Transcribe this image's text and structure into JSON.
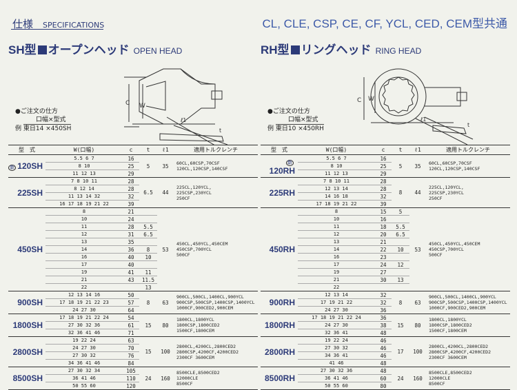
{
  "header": {
    "jp": "仕様",
    "en": "SPECIFICATIONS",
    "series": "CL, CLE, CSP, CE, CF, YCL, CED, CEM型共通"
  },
  "left": {
    "title_model": "SH型",
    "title_jp": "オープンヘッド",
    "title_en": "OPEN HEAD",
    "order_title": "●ご注文の仕方",
    "order_format": "口幅×型式",
    "order_example_label": "例",
    "order_example": "東日14 ×450SH",
    "dim_c": "C",
    "dim_w": "W",
    "dim_t": "t",
    "dim_l": "ℓ1"
  },
  "right": {
    "title_model": "RH型",
    "title_jp": "リングヘッド",
    "title_en": "RING HEAD",
    "order_title": "●ご注文の仕方",
    "order_format": "口幅×型式",
    "order_example_label": "例",
    "order_example": "東日10 ×450RH",
    "dim_c": "C",
    "dim_w": "W",
    "dim_t": "t",
    "dim_l": "ℓ1"
  },
  "table_headers": {
    "model": "型　式",
    "w": "W(口幅)",
    "c": "c",
    "t": "t",
    "l1": "ℓ1",
    "wrench": "適用トルクレンチ"
  },
  "new_mark": "新",
  "sh_rows": [
    {
      "model": "120SH",
      "new": true,
      "t": "5",
      "l1": "35",
      "wrench": [
        "60CL,60CSP,70CSF",
        "120CL,120CSP,140CSF"
      ],
      "rows": [
        {
          "w": "5.5  6  7",
          "c": "16"
        },
        {
          "w": "8   10",
          "c": "25"
        },
        {
          "w": "11  12  13",
          "c": "29"
        }
      ]
    },
    {
      "model": "225SH",
      "t": "6.5",
      "l1": "44",
      "wrench": [
        "225CL,120YCL,",
        "225CSP,230YCL",
        "250CF"
      ],
      "rows": [
        {
          "w": "7  8  10 11",
          "c": "28"
        },
        {
          "w": "8  12  14",
          "c": "28"
        },
        {
          "w": "11  13  14  32",
          "c": "32"
        },
        {
          "w": "16 17 18 19 21 22",
          "c": "39"
        }
      ]
    },
    {
      "model": "450SH",
      "t": "",
      "l1": "53",
      "wrench": [
        "450CL,450YCL,450CEM",
        "450CSP,700YCL",
        "500CF"
      ],
      "rows": [
        {
          "w": "8",
          "c": "21",
          "t": ""
        },
        {
          "w": "10",
          "c": "24",
          "t": ""
        },
        {
          "w": "11",
          "c": "28",
          "t": "5.5"
        },
        {
          "w": "12",
          "c": "31",
          "t": "6.5"
        },
        {
          "w": "13",
          "c": "35",
          "t": ""
        },
        {
          "w": "14",
          "c": "36",
          "t": "8"
        },
        {
          "w": "16",
          "c": "40",
          "t": "10"
        },
        {
          "w": "17",
          "c": "40",
          "t": ""
        },
        {
          "w": "19",
          "c": "41",
          "t": "11"
        },
        {
          "w": "21",
          "c": "43",
          "t": "11.5"
        },
        {
          "w": "22",
          "c": "",
          "t": "13"
        }
      ]
    },
    {
      "model": "900SH",
      "t": "8",
      "l1": "63",
      "wrench": [
        "900CL,500CL,1400CL,900YCL",
        "900CSP,500CSP,1400CSP,1400YCL",
        "1000CF,900CED2,900CEM"
      ],
      "rows": [
        {
          "w": "12  13  14  16",
          "c": "50"
        },
        {
          "w": "17 18 19 21 22 23",
          "c": "57"
        },
        {
          "w": "24  27  30",
          "c": "64"
        }
      ]
    },
    {
      "model": "1800SH",
      "t": "15",
      "l1": "80",
      "wrench": [
        "1800CL,1800YCL",
        "1800CSP,1800CED2",
        "1500CF,1800CEM"
      ],
      "rows": [
        {
          "w": "17 18 19 21 22 24",
          "c": "54"
        },
        {
          "w": "27  30  32  36",
          "c": "61"
        },
        {
          "w": "32  36  41  46",
          "c": "71"
        }
      ]
    },
    {
      "model": "2800SH",
      "t": "15",
      "l1": "100",
      "wrench": [
        "2800CL,4200CL,2800CED2",
        "2800CSP,4200CF,4200CED2",
        "2300CF  3600CEM"
      ],
      "rows": [
        {
          "w": "19  22  24",
          "c": "63"
        },
        {
          "w": "24  27  30",
          "c": "70"
        },
        {
          "w": "27  30  32",
          "c": "76"
        },
        {
          "w": "34 36  41  46",
          "c": "84"
        }
      ]
    },
    {
      "model": "8500SH",
      "t": "24",
      "l1": "160",
      "wrench": [
        "8500CLE,8500CED2",
        "12000CLE",
        "8500CF"
      ],
      "rows": [
        {
          "w": "27  30  32 34",
          "c": "105"
        },
        {
          "w": "36  41  46",
          "c": "110"
        },
        {
          "w": "50  55  60",
          "c": "120"
        }
      ]
    }
  ],
  "rh_rows": [
    {
      "model": "120RH",
      "new": true,
      "t": "5",
      "l1": "35",
      "wrench": [
        "60CL,60CSP,70CSF",
        "120CL,120CSP,140CSF"
      ],
      "rows": [
        {
          "w": "5.5  6  7",
          "c": "16"
        },
        {
          "w": "8   10",
          "c": "25"
        },
        {
          "w": "11  12  13",
          "c": "29"
        }
      ]
    },
    {
      "model": "225RH",
      "t": "8",
      "l1": "44",
      "wrench": [
        "225CL,120YCL,",
        "225CSP,230YCL",
        "250CF"
      ],
      "rows": [
        {
          "w": "7  8  10 11",
          "c": "28"
        },
        {
          "w": "12  13  14",
          "c": "28"
        },
        {
          "w": "14  16 18",
          "c": "32"
        },
        {
          "w": "17 18 19 21 22",
          "c": "39"
        }
      ]
    },
    {
      "model": "450RH",
      "t": "",
      "l1": "53",
      "wrench": [
        "450CL,450YCL,450CEM",
        "450CSP,700YCL",
        "500CF"
      ],
      "rows": [
        {
          "w": "8",
          "c": "15",
          "t": "5"
        },
        {
          "w": "10",
          "c": "16",
          "t": ""
        },
        {
          "w": "11",
          "c": "18",
          "t": "5.5"
        },
        {
          "w": "12",
          "c": "20",
          "t": "6.5"
        },
        {
          "w": "13",
          "c": "21",
          "t": ""
        },
        {
          "w": "14",
          "c": "22",
          "t": "10"
        },
        {
          "w": "16",
          "c": "23",
          "t": ""
        },
        {
          "w": "17",
          "c": "24",
          "t": "12"
        },
        {
          "w": "19",
          "c": "27",
          "t": ""
        },
        {
          "w": "21",
          "c": "30",
          "t": "13"
        },
        {
          "w": "22",
          "c": "",
          "t": ""
        }
      ]
    },
    {
      "model": "900RH",
      "t": "8",
      "l1": "63",
      "wrench": [
        "900CL,500CL,1400CL,900YCL",
        "900CSP,500CSP,1400CSP,1400YCL",
        "1000CF,900CED2,900CEM"
      ],
      "rows": [
        {
          "w": "12  13  14",
          "c": "32"
        },
        {
          "w": "17  19  21  22",
          "c": "32"
        },
        {
          "w": "24  27  30",
          "c": "36"
        }
      ]
    },
    {
      "model": "1800RH",
      "t": "15",
      "l1": "80",
      "wrench": [
        "1800CL,1800YCL",
        "1800CSP,1800CED2",
        "1500CF,1800CEM"
      ],
      "rows": [
        {
          "w": "17 18 19 21 22 24",
          "c": "36"
        },
        {
          "w": "24  27  30",
          "c": "38"
        },
        {
          "w": "32  36  41",
          "c": "48"
        }
      ]
    },
    {
      "model": "2800RH",
      "t": "17",
      "l1": "100",
      "wrench": [
        "2800CL,4200CL,2800CED2",
        "2800CSP,4200CF,4200CED2",
        "2300CF  3600CEM"
      ],
      "rows": [
        {
          "w": "19  22  24",
          "c": "46"
        },
        {
          "w": "27  30  32",
          "c": "46"
        },
        {
          "w": "34  36  41",
          "c": "46"
        },
        {
          "w": "41  46",
          "c": "48"
        }
      ]
    },
    {
      "model": "8500RH",
      "t": "24",
      "l1": "160",
      "wrench": [
        "8500CLE,8500CED2",
        "12000CLE",
        "8500CF"
      ],
      "rows": [
        {
          "w": "27  30  32  36",
          "c": "48"
        },
        {
          "w": "36  41  46",
          "c": "60"
        },
        {
          "w": "50  55  60",
          "c": "80"
        }
      ]
    }
  ]
}
